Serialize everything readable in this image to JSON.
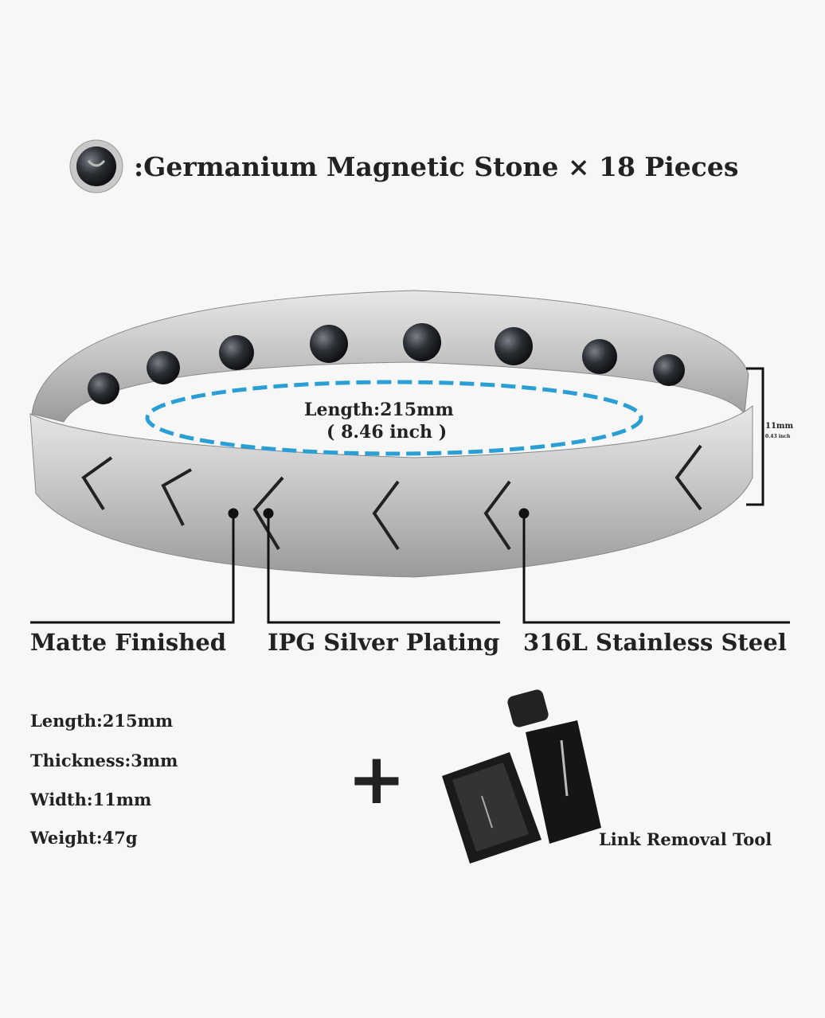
{
  "header": {
    "icon": "magnetic-stone-icon",
    "title": ":Germanium Magnetic Stone × 18 Pieces"
  },
  "bracelet": {
    "inner_length": "Length:215mm",
    "inner_length_inch": "( 8.46 inch )",
    "width_mm": "11mm",
    "width_inch": "0.43 inch",
    "accent_color": "#2a9fd6"
  },
  "callouts": [
    "Matte Finished",
    "IPG Silver Plating",
    "316L Stainless Steel"
  ],
  "specs": [
    "Length:215mm",
    "Thickness:3mm",
    "Width:11mm",
    "Weight:47g"
  ],
  "accessory": {
    "plus": "+",
    "label": "Link Removal Tool"
  }
}
